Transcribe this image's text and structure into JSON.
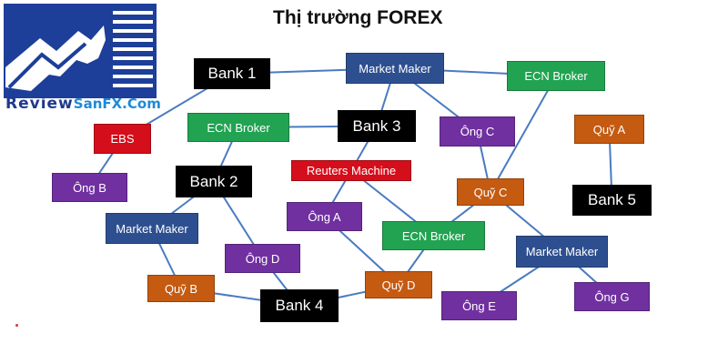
{
  "title": "Thị trường FOREX",
  "logo": {
    "text_part1": "Review",
    "text_part2": "SanFX.Com"
  },
  "colors": {
    "bank": "#000000",
    "market_maker": "#2e4f8f",
    "ecn_broker": "#21a351",
    "client": "#7030a0",
    "fund": "#c55a11",
    "network": "#d40e1a",
    "edge": "#4a7bc0"
  },
  "nodes": [
    {
      "id": "bank1",
      "label": "Bank 1",
      "type": "bank"
    },
    {
      "id": "mm_top",
      "label": "Market Maker",
      "type": "market_maker"
    },
    {
      "id": "ecn_topright",
      "label": "ECN Broker",
      "type": "ecn_broker"
    },
    {
      "id": "ecn_left",
      "label": "ECN Broker",
      "type": "ecn_broker"
    },
    {
      "id": "bank3",
      "label": "Bank 3",
      "type": "bank"
    },
    {
      "id": "ong_c",
      "label": "Ông C",
      "type": "client"
    },
    {
      "id": "quy_a",
      "label": "Quỹ A",
      "type": "fund"
    },
    {
      "id": "ebs",
      "label": "EBS",
      "type": "network"
    },
    {
      "id": "reuters",
      "label": "Reuters Machine",
      "type": "network"
    },
    {
      "id": "ong_b",
      "label": "Ông B",
      "type": "client"
    },
    {
      "id": "bank2",
      "label": "Bank 2",
      "type": "bank"
    },
    {
      "id": "quy_c",
      "label": "Quỹ C",
      "type": "fund"
    },
    {
      "id": "bank5",
      "label": "Bank 5",
      "type": "bank"
    },
    {
      "id": "ong_a",
      "label": "Ông A",
      "type": "client"
    },
    {
      "id": "mm_left",
      "label": "Market Maker",
      "type": "market_maker"
    },
    {
      "id": "ecn_mid",
      "label": "ECN Broker",
      "type": "ecn_broker"
    },
    {
      "id": "mm_right",
      "label": "Market Maker",
      "type": "market_maker"
    },
    {
      "id": "ong_d",
      "label": "Ông D",
      "type": "client"
    },
    {
      "id": "quy_b",
      "label": "Quỹ B",
      "type": "fund"
    },
    {
      "id": "bank4",
      "label": "Bank 4",
      "type": "bank"
    },
    {
      "id": "quy_d",
      "label": "Quỹ D",
      "type": "fund"
    },
    {
      "id": "ong_e",
      "label": "Ông E",
      "type": "client"
    },
    {
      "id": "ong_g",
      "label": "Ông G",
      "type": "client"
    }
  ],
  "edges": [
    [
      "bank1",
      "mm_top"
    ],
    [
      "mm_top",
      "ecn_topright"
    ],
    [
      "mm_top",
      "bank3"
    ],
    [
      "mm_top",
      "ong_c"
    ],
    [
      "bank1",
      "ebs"
    ],
    [
      "ebs",
      "ong_b"
    ],
    [
      "ecn_left",
      "bank3"
    ],
    [
      "ecn_left",
      "bank2"
    ],
    [
      "bank3",
      "reuters"
    ],
    [
      "ong_c",
      "quy_c"
    ],
    [
      "ecn_topright",
      "quy_c"
    ],
    [
      "quy_a",
      "bank5"
    ],
    [
      "bank2",
      "mm_left"
    ],
    [
      "bank2",
      "ong_d"
    ],
    [
      "reuters",
      "ong_a"
    ],
    [
      "reuters",
      "ecn_mid"
    ],
    [
      "quy_c",
      "ecn_mid"
    ],
    [
      "quy_c",
      "mm_right"
    ],
    [
      "mm_left",
      "quy_b"
    ],
    [
      "quy_b",
      "bank4"
    ],
    [
      "ong_d",
      "bank4"
    ],
    [
      "ong_a",
      "quy_d"
    ],
    [
      "ecn_mid",
      "quy_d"
    ],
    [
      "bank4",
      "quy_d"
    ],
    [
      "mm_right",
      "ong_e"
    ],
    [
      "mm_right",
      "ong_g"
    ]
  ]
}
